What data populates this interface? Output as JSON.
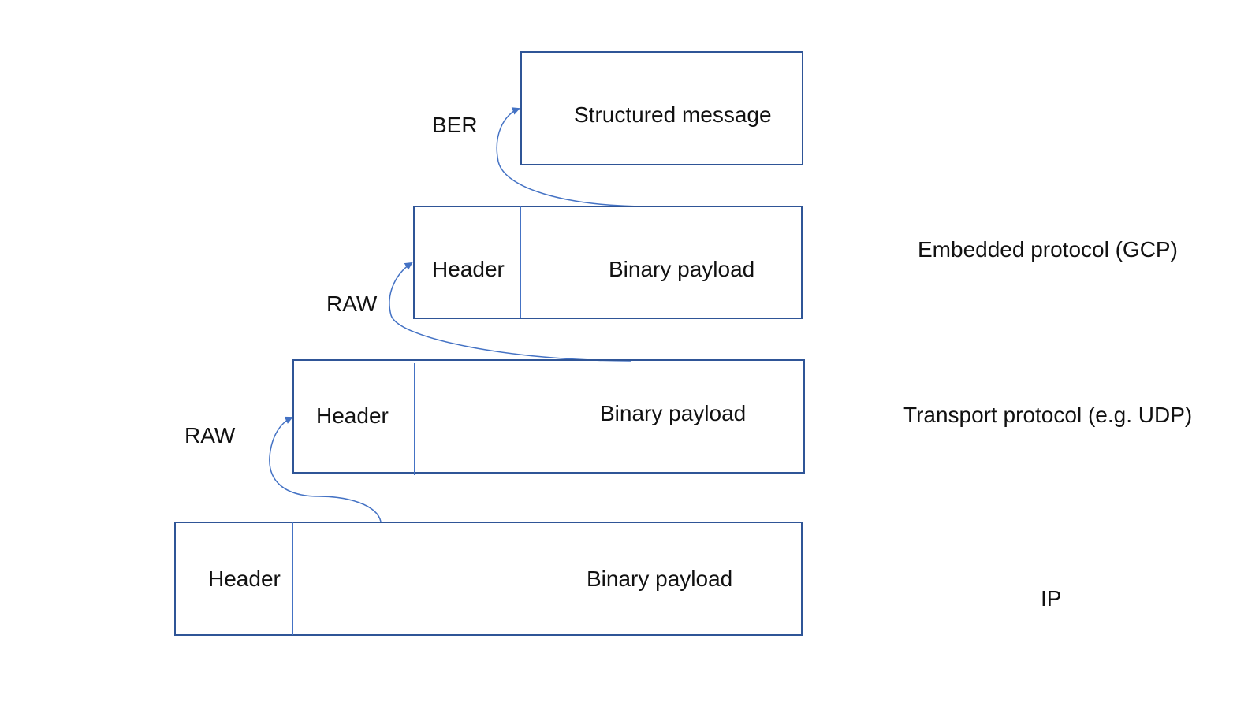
{
  "layers": [
    {
      "id": "structured",
      "box_text": "Structured message",
      "arrow_label": "BER"
    },
    {
      "id": "embedded",
      "header": "Header",
      "payload": "Binary payload",
      "protocol_label": "Embedded protocol (GCP)",
      "arrow_label": "RAW"
    },
    {
      "id": "transport",
      "header": "Header",
      "payload": "Binary payload",
      "protocol_label": "Transport protocol (e.g. UDP)",
      "arrow_label": "RAW"
    },
    {
      "id": "ip",
      "header": "Header",
      "payload": "Binary payload",
      "protocol_label": "IP"
    }
  ],
  "colors": {
    "box_border": "#2f5597",
    "arrow": "#4472c4",
    "text": "#111111"
  }
}
